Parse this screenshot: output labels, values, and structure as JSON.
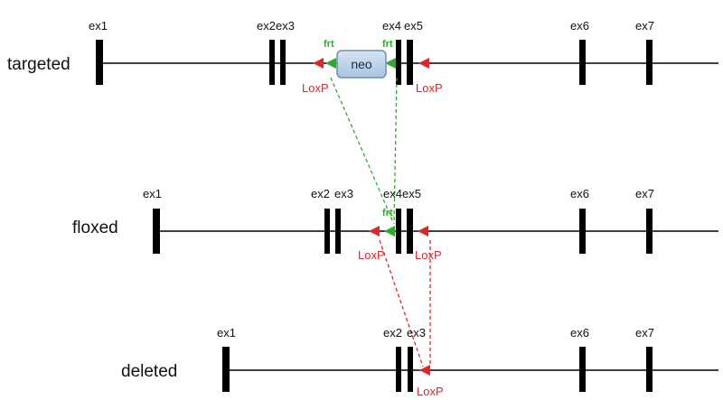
{
  "rows": {
    "targeted": {
      "label": "targeted",
      "exons": [
        "ex1",
        "ex2ex3",
        "ex4",
        "ex5",
        "ex6",
        "ex7"
      ],
      "loxp": [
        "LoxP",
        "LoxP"
      ],
      "frt": [
        "frt",
        "frt"
      ],
      "neo": "neo"
    },
    "floxed": {
      "label": "floxed",
      "exons": [
        "ex1",
        "ex2",
        "ex3",
        "ex4ex5",
        "ex6",
        "ex7"
      ],
      "loxp": [
        "LoxP",
        "LoxP"
      ],
      "frt": [
        "frt"
      ]
    },
    "deleted": {
      "label": "deleted",
      "exons": [
        "ex1",
        "ex2",
        "ex3",
        "ex6",
        "ex7"
      ],
      "loxp": [
        "LoxP"
      ]
    }
  },
  "colors": {
    "loxp": "#e0262a",
    "frt": "#2eaa2e",
    "neo_fill": "#bcd3ea",
    "neo_stroke": "#6f8fb0",
    "exon": "#000000"
  }
}
